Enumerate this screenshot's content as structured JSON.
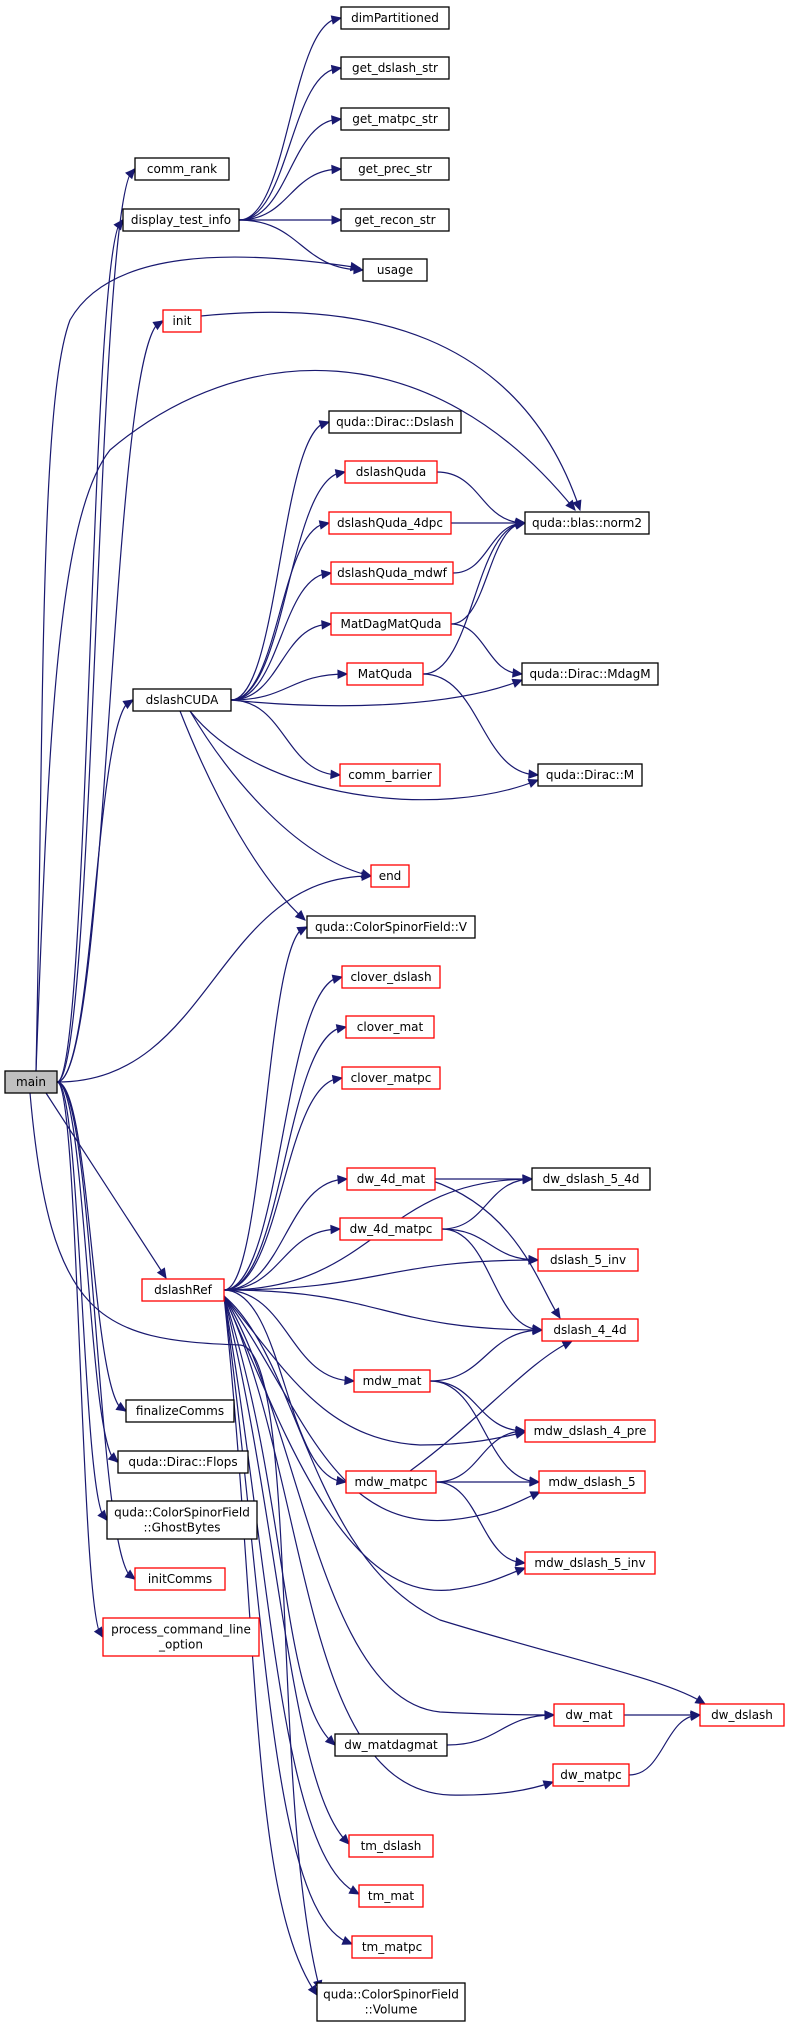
{
  "graph": {
    "colors": {
      "edge": "#191970",
      "root_fill": "#bfbfbf",
      "node_border_default": "#000000",
      "node_border_incomplete": "#ff0000",
      "node_fill": "#ffffff"
    },
    "nodes": [
      {
        "id": "main",
        "lines": [
          "main"
        ],
        "style": "root"
      },
      {
        "id": "comm_rank",
        "lines": [
          "comm_rank"
        ],
        "style": "black"
      },
      {
        "id": "display_test_info",
        "lines": [
          "display_test_info"
        ],
        "style": "black"
      },
      {
        "id": "dimPartitioned",
        "lines": [
          "dimPartitioned"
        ],
        "style": "black"
      },
      {
        "id": "get_dslash_str",
        "lines": [
          "get_dslash_str"
        ],
        "style": "black"
      },
      {
        "id": "get_matpc_str",
        "lines": [
          "get_matpc_str"
        ],
        "style": "black"
      },
      {
        "id": "get_prec_str",
        "lines": [
          "get_prec_str"
        ],
        "style": "black"
      },
      {
        "id": "get_recon_str",
        "lines": [
          "get_recon_str"
        ],
        "style": "black"
      },
      {
        "id": "usage",
        "lines": [
          "usage"
        ],
        "style": "black"
      },
      {
        "id": "init",
        "lines": [
          "init"
        ],
        "style": "red"
      },
      {
        "id": "norm2",
        "lines": [
          "quda::blas::norm2"
        ],
        "style": "black"
      },
      {
        "id": "dslashCUDA",
        "lines": [
          "dslashCUDA"
        ],
        "style": "black"
      },
      {
        "id": "Dirac_Dslash",
        "lines": [
          "quda::Dirac::Dslash"
        ],
        "style": "black"
      },
      {
        "id": "dslashQuda",
        "lines": [
          "dslashQuda"
        ],
        "style": "red"
      },
      {
        "id": "dslashQuda_4dpc",
        "lines": [
          "dslashQuda_4dpc"
        ],
        "style": "red"
      },
      {
        "id": "dslashQuda_mdwf",
        "lines": [
          "dslashQuda_mdwf"
        ],
        "style": "red"
      },
      {
        "id": "MatDagMatQuda",
        "lines": [
          "MatDagMatQuda"
        ],
        "style": "red"
      },
      {
        "id": "MatQuda",
        "lines": [
          "MatQuda"
        ],
        "style": "red"
      },
      {
        "id": "MdagM",
        "lines": [
          "quda::Dirac::MdagM"
        ],
        "style": "black"
      },
      {
        "id": "comm_barrier",
        "lines": [
          "comm_barrier"
        ],
        "style": "red"
      },
      {
        "id": "Dirac_M",
        "lines": [
          "quda::Dirac::M"
        ],
        "style": "black"
      },
      {
        "id": "end",
        "lines": [
          "end"
        ],
        "style": "red"
      },
      {
        "id": "CSF_V",
        "lines": [
          "quda::ColorSpinorField::V"
        ],
        "style": "black"
      },
      {
        "id": "clover_dslash",
        "lines": [
          "clover_dslash"
        ],
        "style": "red"
      },
      {
        "id": "clover_mat",
        "lines": [
          "clover_mat"
        ],
        "style": "red"
      },
      {
        "id": "clover_matpc",
        "lines": [
          "clover_matpc"
        ],
        "style": "red"
      },
      {
        "id": "dw_4d_mat",
        "lines": [
          "dw_4d_mat"
        ],
        "style": "red"
      },
      {
        "id": "dw_dslash_5_4d",
        "lines": [
          "dw_dslash_5_4d"
        ],
        "style": "black"
      },
      {
        "id": "dw_4d_matpc",
        "lines": [
          "dw_4d_matpc"
        ],
        "style": "red"
      },
      {
        "id": "dslash_5_inv",
        "lines": [
          "dslash_5_inv"
        ],
        "style": "red"
      },
      {
        "id": "dslashRef",
        "lines": [
          "dslashRef"
        ],
        "style": "red"
      },
      {
        "id": "dslash_4_4d",
        "lines": [
          "dslash_4_4d"
        ],
        "style": "red"
      },
      {
        "id": "mdw_mat",
        "lines": [
          "mdw_mat"
        ],
        "style": "red"
      },
      {
        "id": "finalizeComms",
        "lines": [
          "finalizeComms"
        ],
        "style": "black"
      },
      {
        "id": "mdw_dslash_4_pre",
        "lines": [
          "mdw_dslash_4_pre"
        ],
        "style": "red"
      },
      {
        "id": "Dirac_Flops",
        "lines": [
          "quda::Dirac::Flops"
        ],
        "style": "black"
      },
      {
        "id": "mdw_matpc",
        "lines": [
          "mdw_matpc"
        ],
        "style": "red"
      },
      {
        "id": "mdw_dslash_5",
        "lines": [
          "mdw_dslash_5"
        ],
        "style": "red"
      },
      {
        "id": "GhostBytes",
        "lines": [
          "quda::ColorSpinorField",
          "::GhostBytes"
        ],
        "style": "black"
      },
      {
        "id": "initComms",
        "lines": [
          "initComms"
        ],
        "style": "red"
      },
      {
        "id": "mdw_dslash_5_inv",
        "lines": [
          "mdw_dslash_5_inv"
        ],
        "style": "red"
      },
      {
        "id": "process_cmd",
        "lines": [
          "process_command_line",
          "_option"
        ],
        "style": "red"
      },
      {
        "id": "dw_mat",
        "lines": [
          "dw_mat"
        ],
        "style": "red"
      },
      {
        "id": "dw_dslash",
        "lines": [
          "dw_dslash"
        ],
        "style": "red"
      },
      {
        "id": "dw_matdagmat",
        "lines": [
          "dw_matdagmat"
        ],
        "style": "black"
      },
      {
        "id": "dw_matpc",
        "lines": [
          "dw_matpc"
        ],
        "style": "red"
      },
      {
        "id": "tm_dslash",
        "lines": [
          "tm_dslash"
        ],
        "style": "red"
      },
      {
        "id": "tm_mat",
        "lines": [
          "tm_mat"
        ],
        "style": "red"
      },
      {
        "id": "tm_matpc",
        "lines": [
          "tm_matpc"
        ],
        "style": "red"
      },
      {
        "id": "Volume",
        "lines": [
          "quda::ColorSpinorField",
          "::Volume"
        ],
        "style": "black"
      }
    ],
    "edges": [
      [
        "main",
        "comm_rank"
      ],
      [
        "main",
        "display_test_info"
      ],
      [
        "main",
        "usage"
      ],
      [
        "main",
        "init"
      ],
      [
        "main",
        "norm2"
      ],
      [
        "main",
        "dslashCUDA"
      ],
      [
        "main",
        "end"
      ],
      [
        "main",
        "dslashRef"
      ],
      [
        "main",
        "finalizeComms"
      ],
      [
        "main",
        "Dirac_Flops"
      ],
      [
        "main",
        "GhostBytes"
      ],
      [
        "main",
        "initComms"
      ],
      [
        "main",
        "process_cmd"
      ],
      [
        "main",
        "Volume"
      ],
      [
        "display_test_info",
        "dimPartitioned"
      ],
      [
        "display_test_info",
        "get_dslash_str"
      ],
      [
        "display_test_info",
        "get_matpc_str"
      ],
      [
        "display_test_info",
        "get_prec_str"
      ],
      [
        "display_test_info",
        "get_recon_str"
      ],
      [
        "display_test_info",
        "usage"
      ],
      [
        "init",
        "norm2"
      ],
      [
        "dslashCUDA",
        "Dirac_Dslash"
      ],
      [
        "dslashCUDA",
        "dslashQuda"
      ],
      [
        "dslashCUDA",
        "dslashQuda_4dpc"
      ],
      [
        "dslashCUDA",
        "dslashQuda_mdwf"
      ],
      [
        "dslashCUDA",
        "MatDagMatQuda"
      ],
      [
        "dslashCUDA",
        "MatQuda"
      ],
      [
        "dslashCUDA",
        "MdagM"
      ],
      [
        "dslashCUDA",
        "comm_barrier"
      ],
      [
        "dslashCUDA",
        "Dirac_M"
      ],
      [
        "dslashCUDA",
        "end"
      ],
      [
        "dslashCUDA",
        "CSF_V"
      ],
      [
        "dslashQuda",
        "norm2"
      ],
      [
        "dslashQuda_4dpc",
        "norm2"
      ],
      [
        "dslashQuda_mdwf",
        "norm2"
      ],
      [
        "MatDagMatQuda",
        "norm2"
      ],
      [
        "MatDagMatQuda",
        "MdagM"
      ],
      [
        "MatQuda",
        "norm2"
      ],
      [
        "MatQuda",
        "Dirac_M"
      ],
      [
        "dslashRef",
        "CSF_V"
      ],
      [
        "dslashRef",
        "clover_dslash"
      ],
      [
        "dslashRef",
        "clover_mat"
      ],
      [
        "dslashRef",
        "clover_matpc"
      ],
      [
        "dslashRef",
        "dw_4d_mat"
      ],
      [
        "dslashRef",
        "dw_dslash_5_4d"
      ],
      [
        "dslashRef",
        "dw_4d_matpc"
      ],
      [
        "dslashRef",
        "dslash_5_inv"
      ],
      [
        "dslashRef",
        "dslash_4_4d"
      ],
      [
        "dslashRef",
        "mdw_mat"
      ],
      [
        "dslashRef",
        "mdw_dslash_4_pre"
      ],
      [
        "dslashRef",
        "mdw_matpc"
      ],
      [
        "dslashRef",
        "mdw_dslash_5"
      ],
      [
        "dslashRef",
        "mdw_dslash_5_inv"
      ],
      [
        "dslashRef",
        "dw_dslash"
      ],
      [
        "dslashRef",
        "dw_matdagmat"
      ],
      [
        "dslashRef",
        "dw_mat"
      ],
      [
        "dslashRef",
        "dw_matpc"
      ],
      [
        "dslashRef",
        "tm_dslash"
      ],
      [
        "dslashRef",
        "tm_mat"
      ],
      [
        "dslashRef",
        "tm_matpc"
      ],
      [
        "dslashRef",
        "Volume"
      ],
      [
        "dw_4d_mat",
        "dw_dslash_5_4d"
      ],
      [
        "dw_4d_mat",
        "dslash_4_4d"
      ],
      [
        "dw_4d_matpc",
        "dw_dslash_5_4d"
      ],
      [
        "dw_4d_matpc",
        "dslash_5_inv"
      ],
      [
        "dw_4d_matpc",
        "dslash_4_4d"
      ],
      [
        "mdw_mat",
        "dslash_4_4d"
      ],
      [
        "mdw_mat",
        "mdw_dslash_4_pre"
      ],
      [
        "mdw_mat",
        "mdw_dslash_5"
      ],
      [
        "mdw_matpc",
        "dslash_4_4d"
      ],
      [
        "mdw_matpc",
        "mdw_dslash_4_pre"
      ],
      [
        "mdw_matpc",
        "mdw_dslash_5"
      ],
      [
        "mdw_matpc",
        "mdw_dslash_5_inv"
      ],
      [
        "dw_matdagmat",
        "dw_mat"
      ],
      [
        "dw_mat",
        "dw_dslash"
      ],
      [
        "dw_matpc",
        "dw_dslash"
      ]
    ]
  }
}
